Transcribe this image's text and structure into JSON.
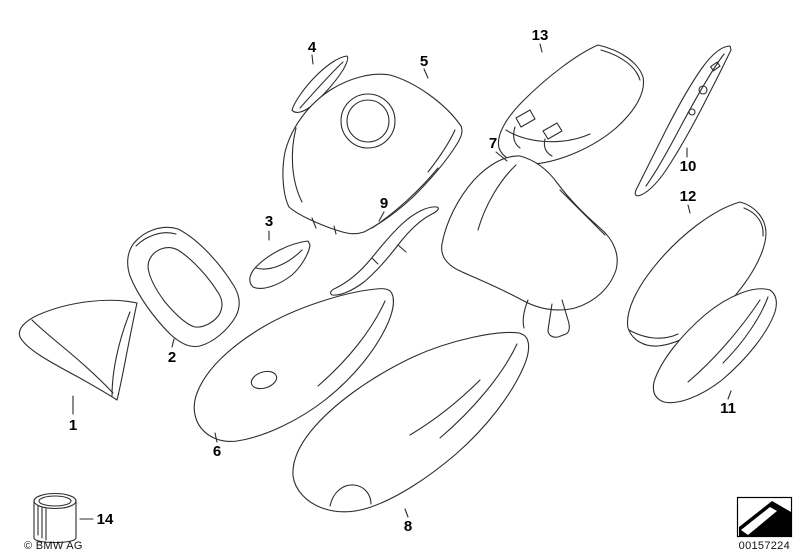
{
  "diagram": {
    "footer": {
      "copyright": "© BMW AG",
      "document_number": "00157224"
    },
    "colors": {
      "line": "#2d2d2d",
      "background": "#ffffff",
      "label": "#000000"
    },
    "icons": {
      "footer_icon": "black-wedge-arrow-icon"
    },
    "callouts": [
      {
        "n": "1"
      },
      {
        "n": "2"
      },
      {
        "n": "3"
      },
      {
        "n": "4"
      },
      {
        "n": "5"
      },
      {
        "n": "6"
      },
      {
        "n": "7"
      },
      {
        "n": "8"
      },
      {
        "n": "9"
      },
      {
        "n": "10"
      },
      {
        "n": "11"
      },
      {
        "n": "12"
      },
      {
        "n": "13"
      },
      {
        "n": "14"
      }
    ]
  }
}
